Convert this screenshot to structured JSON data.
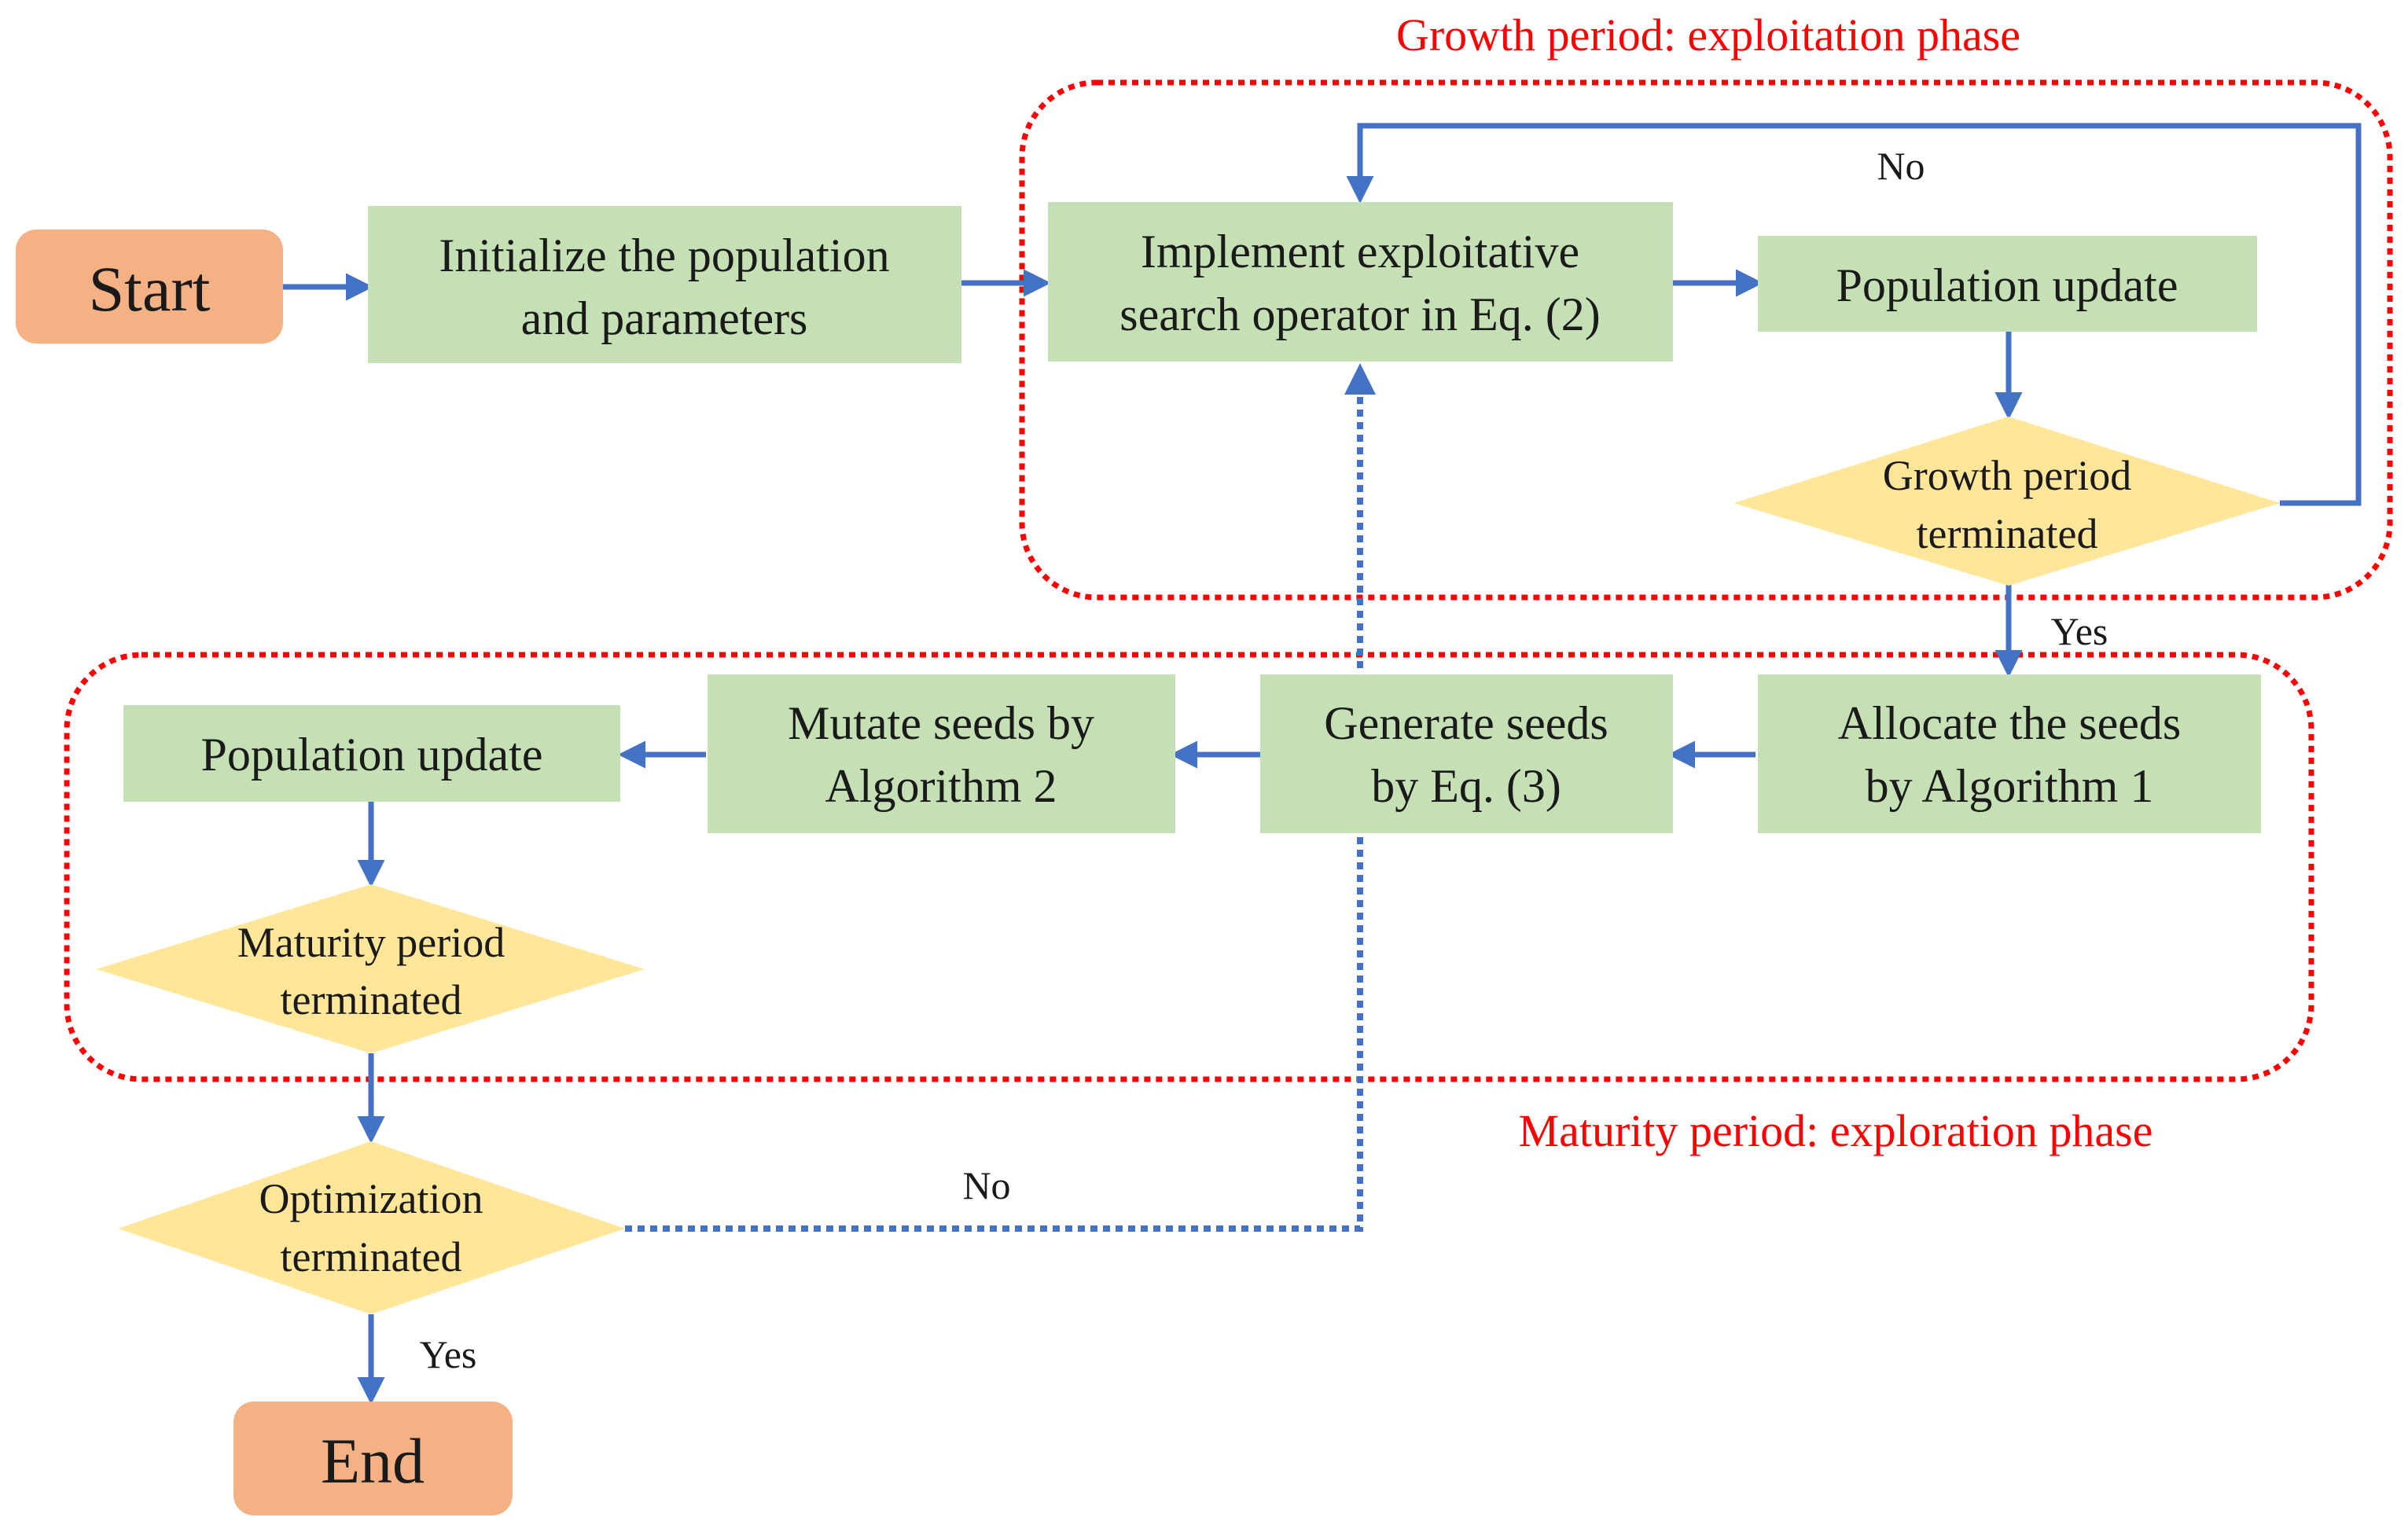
{
  "colors": {
    "terminal": "#f4b183",
    "process": "#c5e0b4",
    "decision": "#ffe699",
    "arrow": "#4472c4",
    "region": "#ff0000"
  },
  "phases": {
    "growth": "Growth period: exploitation phase",
    "maturity": "Maturity period: exploration phase"
  },
  "nodes": {
    "start": "Start",
    "init": [
      "Initialize the population",
      "and parameters"
    ],
    "implement": [
      "Implement exploitative",
      "search operator in Eq. (2)"
    ],
    "pop_update_top": "Population update",
    "growth_check": [
      "Growth period",
      "terminated"
    ],
    "allocate": [
      "Allocate the seeds",
      "by Algorithm 1"
    ],
    "generate": [
      "Generate seeds",
      "by Eq. (3)"
    ],
    "mutate": [
      "Mutate seeds by",
      "Algorithm 2"
    ],
    "pop_update_bottom": "Population update",
    "maturity_check": [
      "Maturity period",
      "terminated"
    ],
    "opt_check": [
      "Optimization",
      "terminated"
    ],
    "end": "End"
  },
  "edge_labels": {
    "growth_no": "No",
    "growth_yes": "Yes",
    "opt_no": "No",
    "opt_yes": "Yes"
  }
}
